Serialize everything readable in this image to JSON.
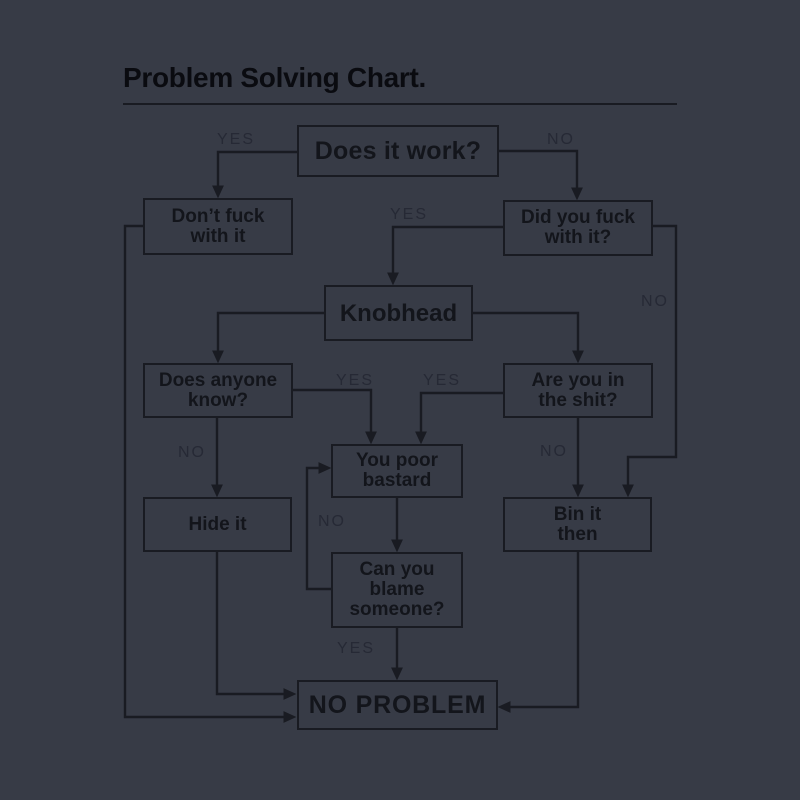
{
  "title": "Problem Solving Chart.",
  "colors": {
    "background": "#373b46",
    "line": "#191b22",
    "title_text": "#0a0b10",
    "box_text": "#13151b",
    "label_text": "#262935"
  },
  "nodes": {
    "does_it_work": "Does it work?",
    "dont_fuck": "Don’t fuck\nwith it",
    "did_you_fuck": "Did you fuck\nwith it?",
    "knobhead": "Knobhead",
    "does_anyone_know": "Does anyone\nknow?",
    "are_you_in_the_shit": "Are you in\nthe shit?",
    "you_poor_bastard": "You poor\nbastard",
    "hide_it": "Hide it",
    "bin_it_then": "Bin it\nthen",
    "can_you_blame_someone": "Can you\nblame\nsomeone?",
    "no_problem": "NO PROBLEM"
  },
  "edge_labels": {
    "yes_does_it_work": "YES",
    "no_does_it_work": "NO",
    "yes_did_you_fuck": "YES",
    "no_did_you_fuck": "NO",
    "yes_does_anyone_know": "YES",
    "yes_are_you_in_the_shit": "YES",
    "no_does_anyone_know": "NO",
    "no_are_you_in_the_shit": "NO",
    "no_can_you_blame": "NO",
    "yes_can_you_blame": "YES"
  }
}
